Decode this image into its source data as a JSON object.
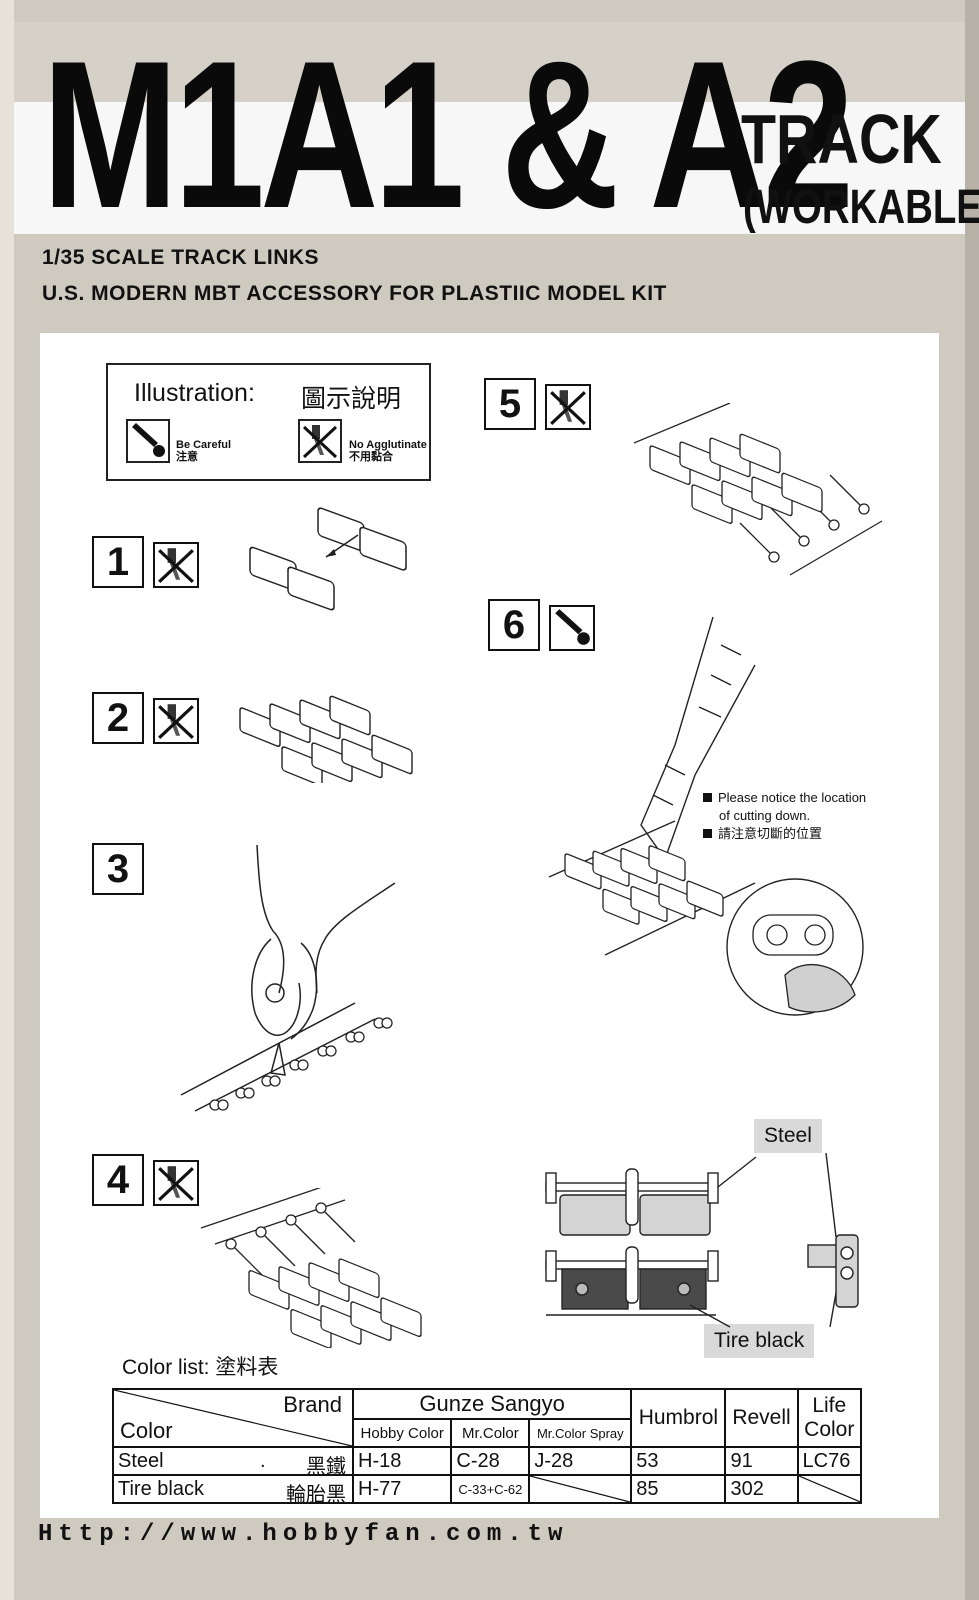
{
  "header": {
    "title_main": "M1A1 & A2",
    "title_track": "TRACK",
    "title_workable": "(WORKABLE)",
    "scale_line": "1/35 SCALE TRACK LINKS",
    "accessory_line": "U.S. MODERN MBT ACCESSORY FOR PLASTIIC MODEL KIT"
  },
  "legend": {
    "title": "Illustration:",
    "title_zh": "圖示說明",
    "careful_en": "Be Careful",
    "careful_zh": "注意",
    "noglue_en": "No Agglutinate",
    "noglue_zh": "不用黏合"
  },
  "steps": [
    {
      "number": "1",
      "icon": "no-glue-icon"
    },
    {
      "number": "2",
      "icon": "no-glue-icon"
    },
    {
      "number": "3",
      "icon": ""
    },
    {
      "number": "4",
      "icon": "no-glue-icon"
    },
    {
      "number": "5",
      "icon": "no-glue-icon"
    },
    {
      "number": "6",
      "icon": "be-careful-icon"
    }
  ],
  "note": {
    "line1": "Please notice the location",
    "line2": "of cutting down.",
    "line3": "請注意切斷的位置"
  },
  "callouts": {
    "steel": "Steel",
    "tire_black": "Tire  black"
  },
  "color_list": {
    "label": "Color list:",
    "label_zh": "塗料表",
    "header": {
      "brand": "Brand",
      "color": "Color",
      "gunze": "Gunze Sangyo",
      "hobby_color": "Hobby Color",
      "mr_color": "Mr.Color",
      "mr_color_spray": "Mr.Color  Spray",
      "humbrol": "Humbrol",
      "revell": "Revell",
      "life_color_1": "Life",
      "life_color_2": "Color"
    },
    "rows": [
      {
        "name": "Steel",
        "dot": ".",
        "name_zh": "黑鐵",
        "hobby": "H-18",
        "mr": "C-28",
        "spray": "J-28",
        "humbrol": "53",
        "revell": "91",
        "life": "LC76"
      },
      {
        "name": "Tire  black",
        "dot": "",
        "name_zh": "輪胎黑",
        "hobby": "H-77",
        "mr": "C-33+C-62",
        "spray": "",
        "humbrol": "85",
        "revell": "302",
        "life": ""
      }
    ]
  },
  "footer": {
    "url": "Http://www.hobbyfan.com.tw"
  },
  "colors": {
    "background": "#cfcac0",
    "panel": "#ffffff",
    "steel_fill": "#d4d4d4",
    "rubber_fill": "#4a4a4a"
  }
}
